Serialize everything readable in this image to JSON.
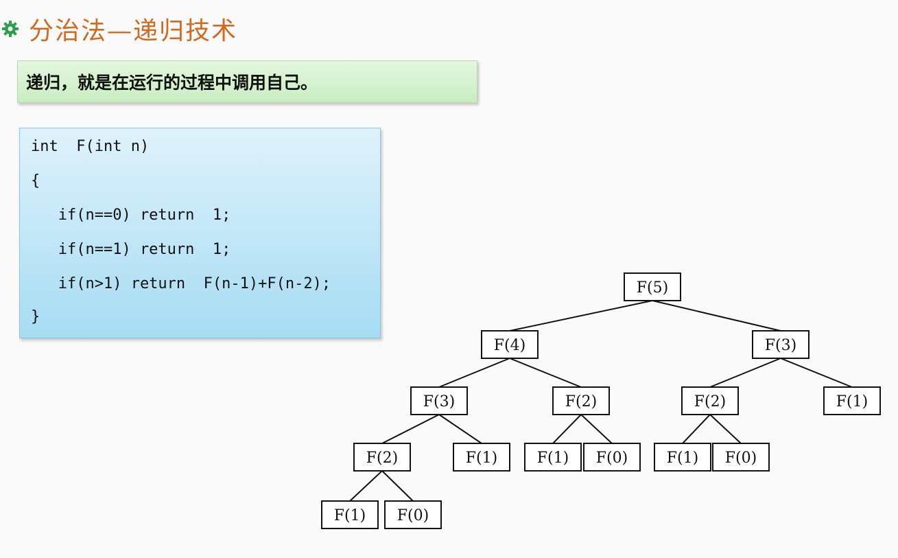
{
  "slide": {
    "title": "分治法—递归技术",
    "definition": "递归，就是在运行的过程中调用自己。"
  },
  "code": {
    "lines": [
      "int  F(int n)",
      "{",
      "   if(n==0) return  1;",
      "   if(n==1) return  1;",
      "   if(n>1) return  F(n-1)+F(n-2);",
      "}"
    ]
  },
  "tree": {
    "nodes": [
      {
        "id": "n5",
        "label": "F(5)"
      },
      {
        "id": "n4",
        "label": "F(4)"
      },
      {
        "id": "n3a",
        "label": "F(3)"
      },
      {
        "id": "n3b",
        "label": "F(3)"
      },
      {
        "id": "n2a",
        "label": "F(2)"
      },
      {
        "id": "n2b",
        "label": "F(2)"
      },
      {
        "id": "n2c",
        "label": "F(2)"
      },
      {
        "id": "n1a",
        "label": "F(1)"
      },
      {
        "id": "n1b",
        "label": "F(1)"
      },
      {
        "id": "n0a",
        "label": "F(0)"
      },
      {
        "id": "n1c",
        "label": "F(1)"
      },
      {
        "id": "n0b",
        "label": "F(0)"
      },
      {
        "id": "n1d",
        "label": "F(1)"
      },
      {
        "id": "n1e",
        "label": "F(1)"
      },
      {
        "id": "n0c",
        "label": "F(0)"
      }
    ],
    "edges": [
      [
        "n5",
        "n4"
      ],
      [
        "n5",
        "n3b"
      ],
      [
        "n4",
        "n3a"
      ],
      [
        "n4",
        "n2b"
      ],
      [
        "n3b",
        "n2c"
      ],
      [
        "n3b",
        "n1d"
      ],
      [
        "n3a",
        "n2a"
      ],
      [
        "n3a",
        "n1a"
      ],
      [
        "n2b",
        "n1b"
      ],
      [
        "n2b",
        "n0a"
      ],
      [
        "n2c",
        "n1c"
      ],
      [
        "n2c",
        "n0b"
      ],
      [
        "n2a",
        "n1e"
      ],
      [
        "n2a",
        "n0c"
      ]
    ]
  },
  "colors": {
    "title": "#d2691e",
    "definition_bg": "#c9edc0",
    "code_bg": "#a6dcf3",
    "bullet": "#2e9e4a"
  },
  "icons": {
    "bullet": "gear-bullet-icon"
  }
}
